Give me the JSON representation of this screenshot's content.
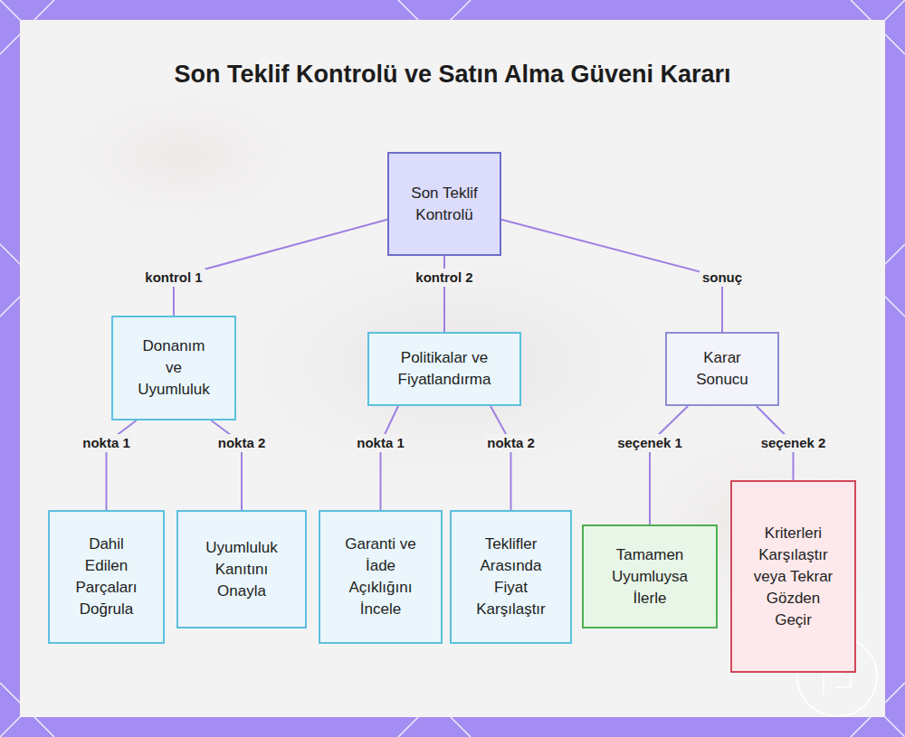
{
  "diagram": {
    "title": "Son Teklif Kontrolü ve Satın Alma Güveni Kararı",
    "nodes": [
      {
        "text": [
          "Son Teklif Kontrolü"
        ]
      },
      {
        "text": [
          "Donanım ve Uyumluluk"
        ]
      },
      {
        "text": [
          "Politikalar ve Fiyatlandırma"
        ]
      },
      {
        "text": [
          "Karar Sonucu"
        ]
      },
      {
        "text": [
          "Dahil Edilen Parçaları Doğrula"
        ]
      },
      {
        "text": [
          "Uyumluluk Kanıtını Onayla"
        ]
      },
      {
        "text": [
          "Garanti ve İade Açıklığını İncele"
        ]
      },
      {
        "text": [
          "Teklifler Arasında Fiyat Karşılaştır"
        ]
      },
      {
        "text": [
          "Tamamen Uyumluysa İlerle"
        ]
      },
      {
        "text": [
          "Kriterleri Karşılaştır veya Tekrar Gözden Geçir"
        ]
      }
    ],
    "edges": [
      {
        "from": 0,
        "to": 1,
        "arrow": "none",
        "label": "kontrol 1"
      },
      {
        "from": 0,
        "to": 2,
        "arrow": "none",
        "label": "kontrol 2"
      },
      {
        "from": 0,
        "to": 3,
        "arrow": "none",
        "label": "sonuç"
      },
      {
        "from": 1,
        "to": 4,
        "arrow": "none",
        "label": "nokta 1"
      },
      {
        "from": 1,
        "to": 5,
        "arrow": "none",
        "label": "nokta 2"
      },
      {
        "from": 2,
        "to": 6,
        "arrow": "none",
        "label": "nokta 1"
      },
      {
        "from": 2,
        "to": 7,
        "arrow": "none",
        "label": "nokta 2"
      },
      {
        "from": 3,
        "to": 8,
        "arrow": "none",
        "label": "seçenek 1"
      },
      {
        "from": 3,
        "to": 9,
        "arrow": "none",
        "label": "seçenek 2"
      }
    ]
  }
}
